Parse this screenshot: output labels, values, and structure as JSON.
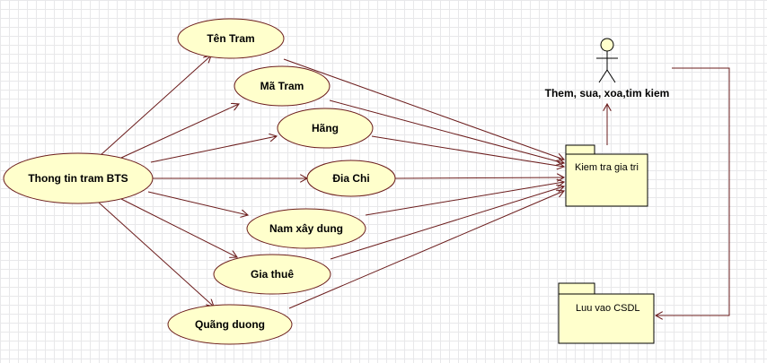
{
  "diagram": {
    "source": {
      "label": "Thong tin tram BTS"
    },
    "attributes": [
      {
        "label": "Tên Tram"
      },
      {
        "label": "Mã Tram"
      },
      {
        "label": "Hãng"
      },
      {
        "label": "Đia Chi"
      },
      {
        "label": "Nam xây dung"
      },
      {
        "label": "Gia thuê"
      },
      {
        "label": "Quãng duong"
      }
    ],
    "check_package": {
      "label": "Kiem tra gia tri"
    },
    "actor": {
      "label": "Them, sua, xoa,tim kiem"
    },
    "db_package": {
      "label": "Luu vao CSDL"
    },
    "colors": {
      "usecase_fill": "#ffffcc",
      "line": "#6b1c1c",
      "grid": "#e8e8ea"
    }
  }
}
